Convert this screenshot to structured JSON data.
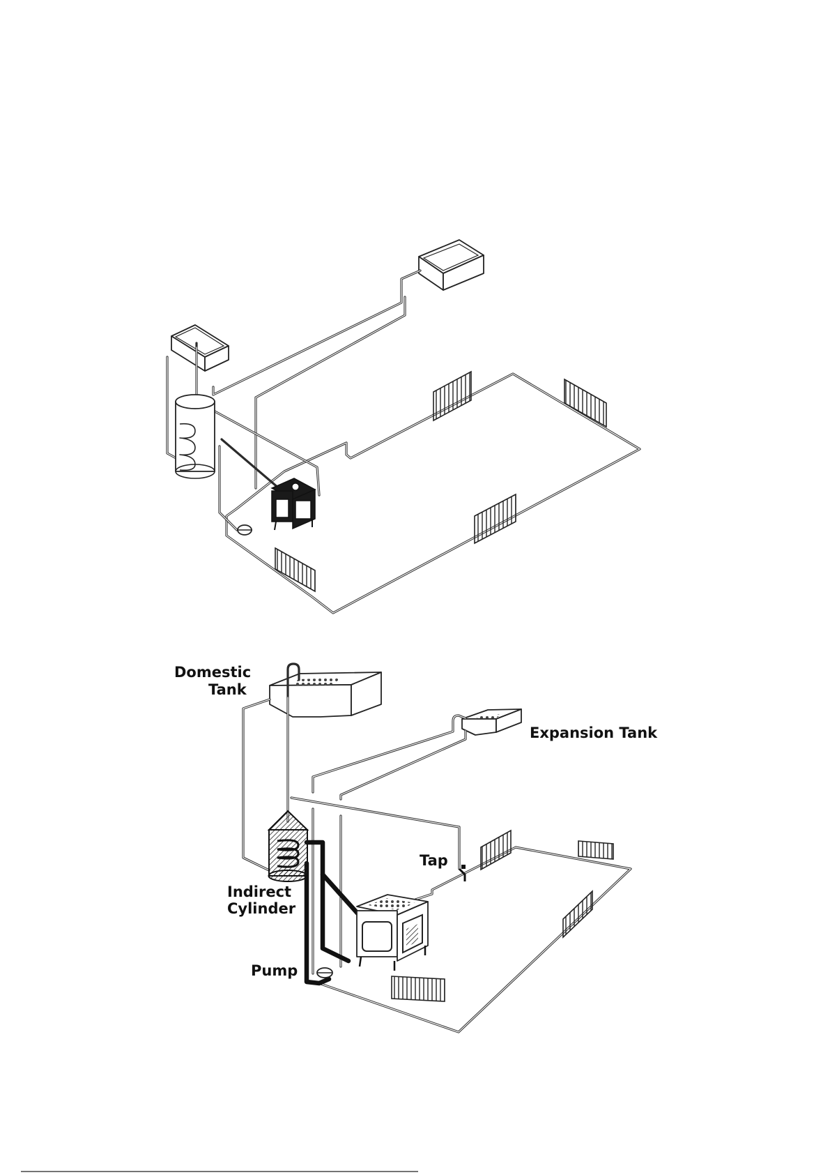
{
  "diagram_bottom": {
    "labels": {
      "domestic_tank": [
        "Domestic",
        "Tank"
      ],
      "expansion_tank": "Expansion Tank",
      "tap": "Tap",
      "indirect_cylinder": [
        "Indirect",
        "Cylinder"
      ],
      "pump": "Pump"
    }
  },
  "colors": {
    "line": "#2b2b2b",
    "background": "#ffffff"
  }
}
